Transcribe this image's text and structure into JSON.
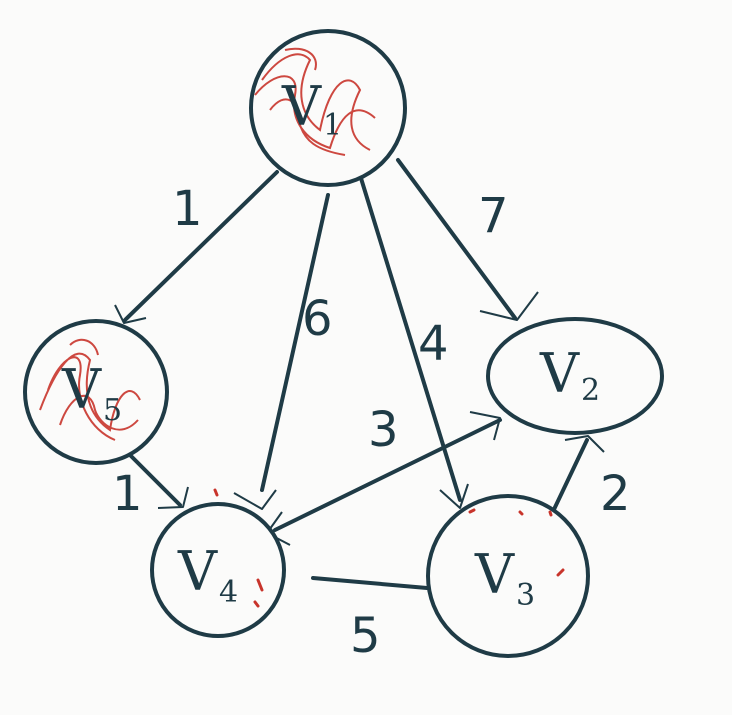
{
  "nodes": [
    {
      "id": "v1",
      "name": "V",
      "sub": "1",
      "visited": true
    },
    {
      "id": "v2",
      "name": "V",
      "sub": "2",
      "visited": false
    },
    {
      "id": "v3",
      "name": "V",
      "sub": "3",
      "visited": false
    },
    {
      "id": "v4",
      "name": "V",
      "sub": "4",
      "visited": false
    },
    {
      "id": "v5",
      "name": "V",
      "sub": "5",
      "visited": true
    }
  ],
  "edges": [
    {
      "from": "v1",
      "to": "v5",
      "weight": "1"
    },
    {
      "from": "v1",
      "to": "v4",
      "weight": "6"
    },
    {
      "from": "v1",
      "to": "v3",
      "weight": "4"
    },
    {
      "from": "v1",
      "to": "v2",
      "weight": "7"
    },
    {
      "from": "v5",
      "to": "v4",
      "weight": "1"
    },
    {
      "from": "v2",
      "to": "v4",
      "weight": "3"
    },
    {
      "from": "v3",
      "to": "v2",
      "weight": "2"
    },
    {
      "from": "v4",
      "to": "v3",
      "weight": "5"
    }
  ],
  "colors": {
    "ink": "#1f3b46",
    "highlight": "#c8342b",
    "background": "#fbfbfa"
  }
}
